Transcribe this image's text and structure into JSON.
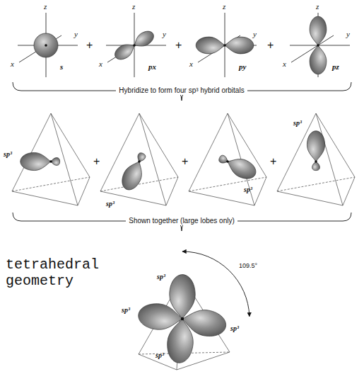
{
  "diagram": {
    "labels": [
      "z",
      "x",
      "y",
      "s",
      "+",
      "z",
      "x",
      "y",
      "px",
      "+",
      "z",
      "x",
      "y",
      "py",
      "+",
      "z",
      "x",
      "y",
      "pz",
      "Hybridize to form four sp³ hybrid orbitals",
      "sp³",
      "+",
      "sp³",
      "+",
      "sp³",
      "+",
      "sp³",
      "Shown together (large lobes only)",
      "tetrahedral geometry",
      "sp³",
      "109.5°",
      "sp³",
      "sp³",
      "sp³"
    ]
  }
}
